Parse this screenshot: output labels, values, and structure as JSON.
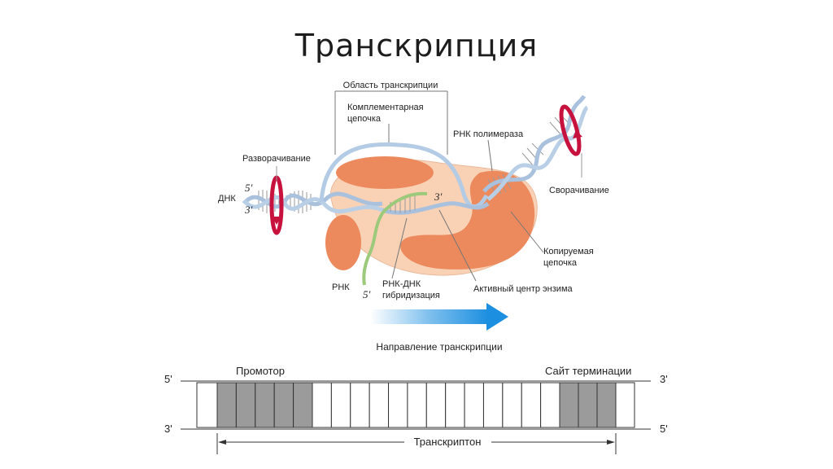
{
  "title": "Транскрипция",
  "diagram": {
    "region_label": "Область транскрипции",
    "complementary_strand": [
      "Комплементарная",
      "цепочка"
    ],
    "rna_polymerase": "РНК полимераза",
    "unwinding": "Разворачивание",
    "rewinding": "Сворачивание",
    "dna": "ДНК",
    "five_prime": "5′",
    "three_prime": "3′",
    "template_strand": [
      "Копируемая",
      "цепочка"
    ],
    "rna": "РНК",
    "hybrid": [
      "РНК-ДНК",
      "гибридизация"
    ],
    "active_center": "Активный центр энзима",
    "direction": "Направление транскрипции",
    "colors": {
      "enzyme_light": "#f9d2b6",
      "enzyme_dark": "#ec8a5e",
      "dna_strand": "#a9c1dd",
      "rna": "#9cc97a",
      "rotation_arrow": "#c8123e",
      "direction_arrow": "#1d8fe0"
    }
  },
  "gene_map": {
    "promoter": "Промотор",
    "termination_site": "Сайт  терминации",
    "transcripton": "Транскриптон",
    "top_left": "5'",
    "top_right": "3'",
    "bottom_left": "3'",
    "bottom_right": "5'"
  }
}
